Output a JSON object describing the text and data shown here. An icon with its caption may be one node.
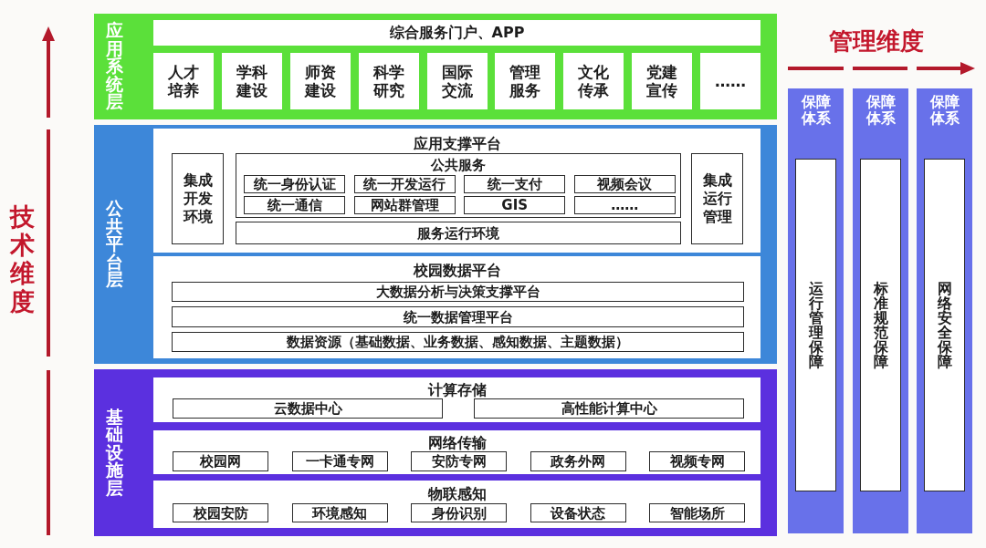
{
  "diagram": {
    "nodes": [
      {
        "text": [
          "应用系统层"
        ]
      },
      {
        "text": [
          "综合服务门户、APP"
        ],
        "in": 0
      },
      {
        "text": [
          "人才培养"
        ],
        "in": 0
      },
      {
        "text": [
          "学科建设"
        ],
        "in": 0
      },
      {
        "text": [
          "师资建设"
        ],
        "in": 0
      },
      {
        "text": [
          "科学研究"
        ],
        "in": 0
      },
      {
        "text": [
          "国际交流"
        ],
        "in": 0
      },
      {
        "text": [
          "管理服务"
        ],
        "in": 0
      },
      {
        "text": [
          "文化传承"
        ],
        "in": 0
      },
      {
        "text": [
          "党建宣传"
        ],
        "in": 0
      },
      {
        "text": [
          "……"
        ],
        "in": 0
      },
      {
        "text": [
          "公共平台层"
        ]
      },
      {
        "text": [
          "应用支撑平台"
        ],
        "in": 11
      },
      {
        "text": [
          "集成开发环境"
        ],
        "in": 12
      },
      {
        "text": [
          "公共服务"
        ],
        "in": 12
      },
      {
        "text": [
          "统一身份认证"
        ],
        "in": 14
      },
      {
        "text": [
          "统一开发运行"
        ],
        "in": 14
      },
      {
        "text": [
          "统一支付"
        ],
        "in": 14
      },
      {
        "text": [
          "视频会议"
        ],
        "in": 14
      },
      {
        "text": [
          "统一通信"
        ],
        "in": 14
      },
      {
        "text": [
          "网站群管理"
        ],
        "in": 14
      },
      {
        "text": [
          "GIS"
        ],
        "in": 14
      },
      {
        "text": [
          "……"
        ],
        "in": 14
      },
      {
        "text": [
          "服务运行环境"
        ],
        "in": 12
      },
      {
        "text": [
          "集成运行管理"
        ],
        "in": 12
      },
      {
        "text": [
          "校园数据平台"
        ],
        "in": 11
      },
      {
        "text": [
          "大数据分析与决策支撑平台"
        ],
        "in": 25
      },
      {
        "text": [
          "统一数据管理平台"
        ],
        "in": 25
      },
      {
        "text": [
          "数据资源（基础数据、业务数据、感知数据、主题数据）"
        ],
        "in": 25
      },
      {
        "text": [
          "基础设施层"
        ]
      },
      {
        "text": [
          "计算存储"
        ],
        "in": 29
      },
      {
        "text": [
          "云数据中心"
        ],
        "in": 30
      },
      {
        "text": [
          "高性能计算中心"
        ],
        "in": 30
      },
      {
        "text": [
          "网络传输"
        ],
        "in": 29
      },
      {
        "text": [
          "校园网"
        ],
        "in": 33
      },
      {
        "text": [
          "一卡通专网"
        ],
        "in": 33
      },
      {
        "text": [
          "安防专网"
        ],
        "in": 33
      },
      {
        "text": [
          "政务外网"
        ],
        "in": 33
      },
      {
        "text": [
          "视频专网"
        ],
        "in": 33
      },
      {
        "text": [
          "物联感知"
        ],
        "in": 29
      },
      {
        "text": [
          "校园安防"
        ],
        "in": 39
      },
      {
        "text": [
          "环境感知"
        ],
        "in": 39
      },
      {
        "text": [
          "身份识别"
        ],
        "in": 39
      },
      {
        "text": [
          "设备状态"
        ],
        "in": 39
      },
      {
        "text": [
          "智能场所"
        ],
        "in": 39
      },
      {
        "text": [
          "保障体系"
        ]
      },
      {
        "text": [
          "运行管理保障"
        ],
        "in": 45
      },
      {
        "text": [
          "保障体系"
        ]
      },
      {
        "text": [
          "标准规范保障"
        ],
        "in": 47
      },
      {
        "text": [
          "保障体系"
        ]
      },
      {
        "text": [
          "网络安全保障"
        ],
        "in": 49
      }
    ],
    "labels": [
      "管理维度",
      "技术维度"
    ]
  }
}
